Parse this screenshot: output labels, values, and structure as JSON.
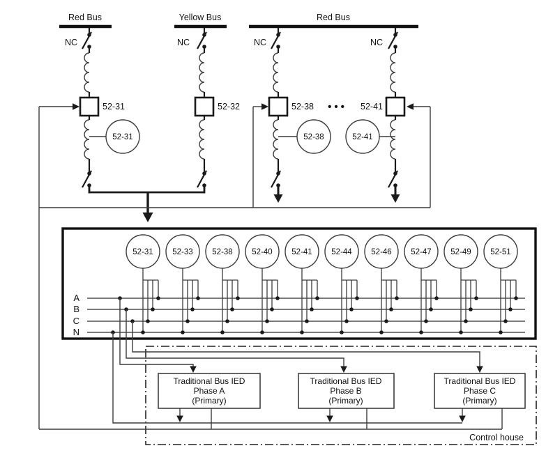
{
  "buses": [
    {
      "label": "Red Bus"
    },
    {
      "label": "Yellow Bus"
    },
    {
      "label": "Red Bus"
    }
  ],
  "nc": "NC",
  "ellipsis": "•••",
  "top_breakers": [
    {
      "id": "52-31"
    },
    {
      "id": "52-32"
    },
    {
      "id": "52-38"
    },
    {
      "id": "52-41"
    }
  ],
  "ct_circles": [
    {
      "id": "52-31"
    },
    {
      "id": "52-38"
    },
    {
      "id": "52-41"
    }
  ],
  "junction_box": {
    "breaker_cts": [
      "52-31",
      "52-33",
      "52-38",
      "52-40",
      "52-41",
      "52-44",
      "52-46",
      "52-47",
      "52-49",
      "52-51"
    ],
    "phase_labels": [
      "A",
      "B",
      "C",
      "N"
    ]
  },
  "ieds": [
    {
      "title": "Traditional Bus IED",
      "phase": "Phase A",
      "role": "(Primary)"
    },
    {
      "title": "Traditional Bus IED",
      "phase": "Phase B",
      "role": "(Primary)"
    },
    {
      "title": "Traditional Bus IED",
      "phase": "Phase C",
      "role": "(Primary)"
    }
  ],
  "control_house": "Control house",
  "colors": {
    "line": "#1a1a1a",
    "background": "#ffffff"
  }
}
